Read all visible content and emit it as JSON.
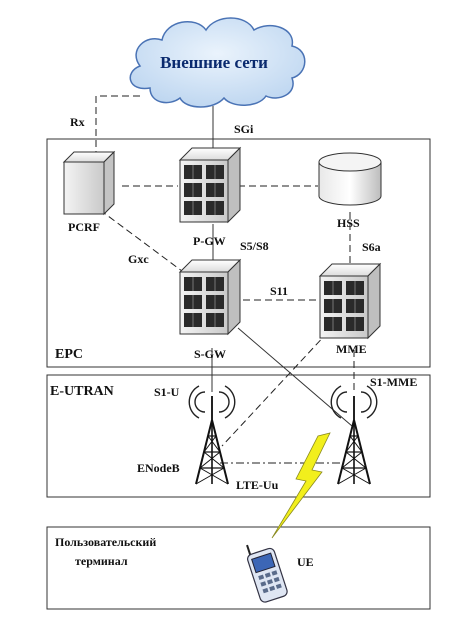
{
  "cloud": {
    "label": "Внешние сети"
  },
  "regions": {
    "epc": "EPC",
    "eutran": "E-UTRAN",
    "terminal_line1": "Пользовательский",
    "terminal_line2": "терминал"
  },
  "nodes": {
    "pcrf": "PCRF",
    "pgw": "P-GW",
    "hss": "HSS",
    "sgw": "S-GW",
    "mme": "MME",
    "enodeb": "ENodeB",
    "ue": "UE"
  },
  "interfaces": {
    "rx": "Rx",
    "sgi": "SGi",
    "gxc": "Gxc",
    "s5s8": "S5/S8",
    "s6a": "S6a",
    "s11": "S11",
    "s1u": "S1-U",
    "s1mme": "S1-MME",
    "lteuu": "LTE-Uu"
  },
  "colors": {
    "cloud_fill": "#cfe2f5",
    "cloud_stroke": "#4a73b5",
    "cloud_text": "#0a2a6e",
    "lightning": "#f2ef1c"
  }
}
